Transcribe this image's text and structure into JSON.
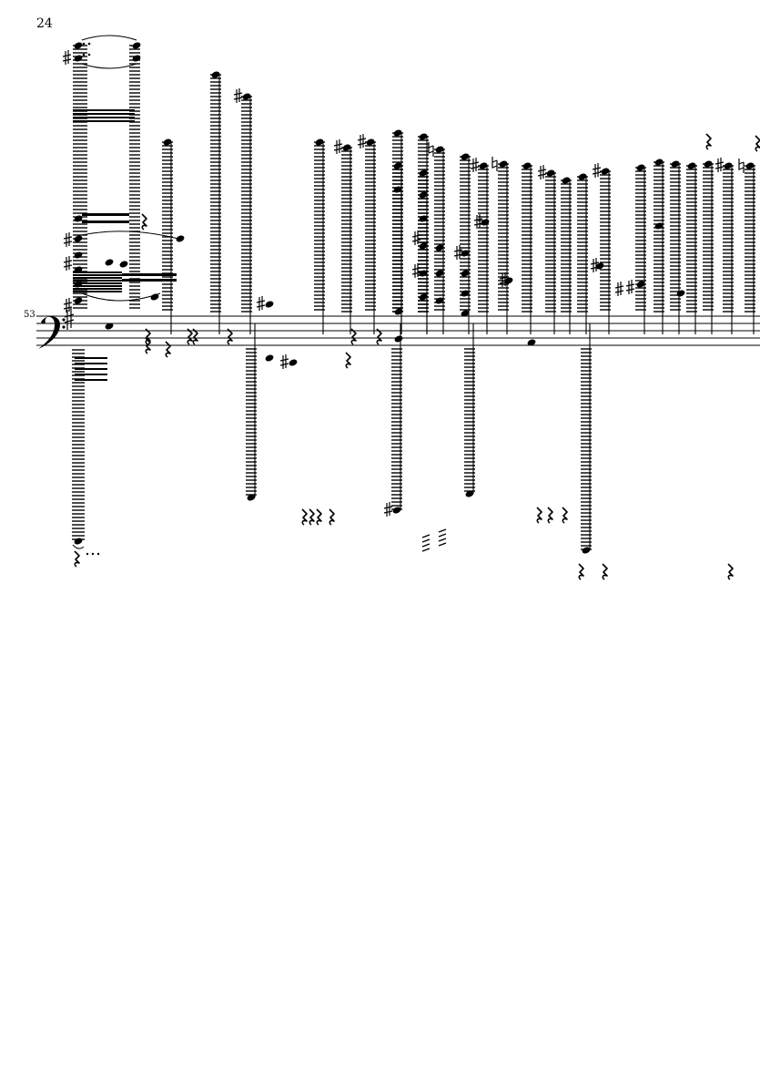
{
  "page": {
    "page_number": "24",
    "measure_number": "53",
    "clef": "bass-clef-icon",
    "key_signature": "one-sharp",
    "ink_color": "#000000",
    "paper_color": "#ffffff"
  }
}
